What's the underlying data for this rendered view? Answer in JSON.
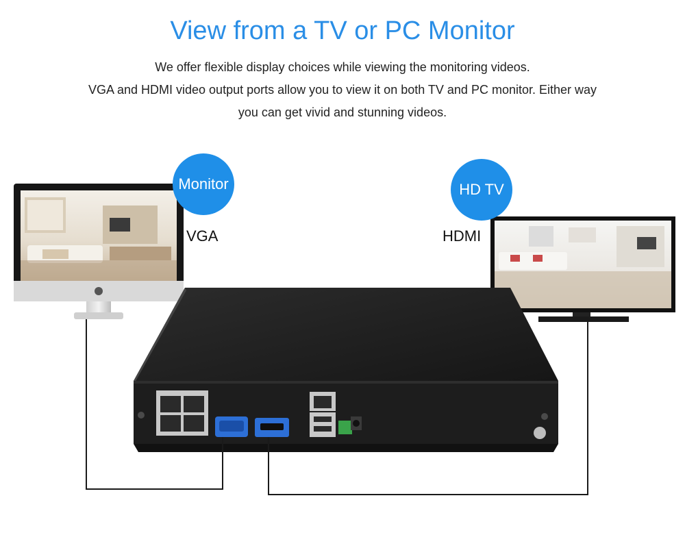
{
  "heading": {
    "title": "View from a TV or PC Monitor",
    "line1": "We offer flexible display choices while viewing the monitoring videos.",
    "line2": "VGA and HDMI video output ports allow you to view it on both TV and PC monitor. Either way",
    "line3": "you can get vivid and stunning videos."
  },
  "monitor": {
    "bubble": "Monitor",
    "port": "VGA"
  },
  "tv": {
    "bubble": "HD TV",
    "port": "HDMI"
  },
  "colors": {
    "title": "#2a8ee6",
    "bubble": "#1f8fe8",
    "device": "#1d1d1d"
  }
}
